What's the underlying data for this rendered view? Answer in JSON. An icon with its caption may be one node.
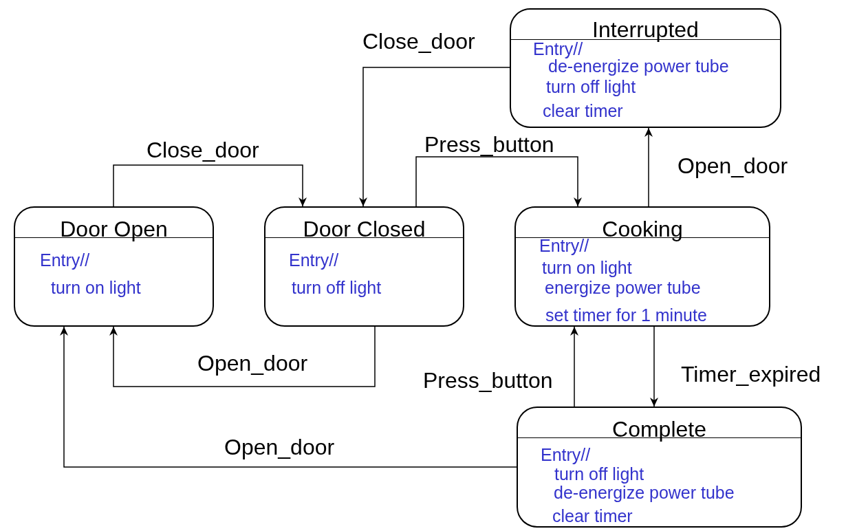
{
  "diagram": {
    "nodes": [
      {
        "text": [
          "Interrupted",
          "Entry//",
          "de-energize power tube",
          "turn off light",
          "clear timer"
        ]
      },
      {
        "text": [
          "Door Open",
          "Entry//",
          "turn on light"
        ]
      },
      {
        "text": [
          "Door Closed",
          "Entry//",
          "turn off light"
        ]
      },
      {
        "text": [
          "Cooking",
          "Entry//",
          "turn on light",
          "energize power tube",
          "set timer for 1 minute"
        ]
      },
      {
        "text": [
          "Complete",
          "Entry//",
          "turn off light",
          "de-energize power tube",
          "clear timer"
        ]
      }
    ],
    "edges": [
      {
        "from": 1,
        "to": 2,
        "arrow": "to",
        "label": "Close_door"
      },
      {
        "from": 2,
        "to": 1,
        "arrow": "to",
        "label": "Open_door"
      },
      {
        "from": 0,
        "to": 2,
        "arrow": "to",
        "label": "Close_door"
      },
      {
        "from": 2,
        "to": 3,
        "arrow": "to",
        "label": "Press_button"
      },
      {
        "from": 3,
        "to": 0,
        "arrow": "to",
        "label": "Open_door"
      },
      {
        "from": 3,
        "to": 4,
        "arrow": "to",
        "label": "Timer_expired"
      },
      {
        "from": 4,
        "to": 3,
        "arrow": "to",
        "label": "Press_button"
      },
      {
        "from": 4,
        "to": 1,
        "arrow": "to",
        "label": "Open_door"
      }
    ]
  }
}
